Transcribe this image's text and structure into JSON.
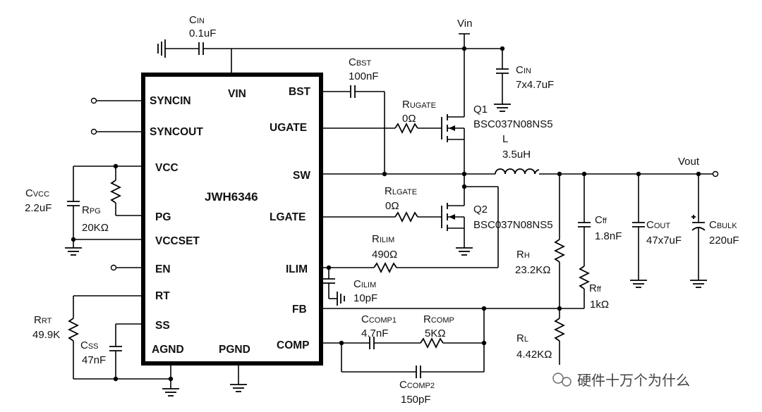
{
  "chip": {
    "name": "JWH6346",
    "pins_left": [
      "SYNCIN",
      "SYNCOUT",
      "VCC",
      "PG",
      "VCCSET",
      "EN",
      "RT",
      "SS",
      "AGND"
    ],
    "pins_right": [
      "BST",
      "UGATE",
      "SW",
      "LGATE",
      "ILIM",
      "FB",
      "COMP"
    ],
    "pins_top": [
      "VIN"
    ],
    "pins_bottom": [
      "PGND"
    ]
  },
  "nets": {
    "vin": "Vin",
    "vout": "Vout"
  },
  "components": {
    "cin_small": {
      "main": "C",
      "sub": "IN",
      "value": "0.1uF"
    },
    "cin_bulk": {
      "main": "C",
      "sub": "IN",
      "value": "7x4.7uF"
    },
    "cbst": {
      "main": "C",
      "sub": "BST",
      "value": "100nF"
    },
    "rugate": {
      "main": "R",
      "sub": "UGATE",
      "value": "0Ω"
    },
    "q1": {
      "name": "Q1",
      "part": "BSC037N08NS5"
    },
    "inductor": {
      "name": "L",
      "value": "3.5uH"
    },
    "rlgate": {
      "main": "R",
      "sub": "LGATE",
      "value": "0Ω"
    },
    "q2": {
      "name": "Q2",
      "part": "BSC037N08NS5"
    },
    "rilim": {
      "main": "R",
      "sub": "ILIM",
      "value": "490Ω"
    },
    "cilim": {
      "main": "C",
      "sub": "ILIM",
      "value": "10pF"
    },
    "cvcc": {
      "main": "C",
      "sub": "VCC",
      "value": "2.2uF"
    },
    "rpg": {
      "main": "R",
      "sub": "PG",
      "value": "20KΩ"
    },
    "rrt": {
      "main": "R",
      "sub": "RT",
      "value": "49.9K"
    },
    "css": {
      "main": "C",
      "sub": "SS",
      "value": "47nF"
    },
    "ccomp1": {
      "main": "C",
      "sub": "COMP1",
      "value": "4.7nF"
    },
    "rcomp": {
      "main": "R",
      "sub": "COMP",
      "value": "5KΩ"
    },
    "ccomp2": {
      "main": "C",
      "sub": "COMP2",
      "value": "150pF"
    },
    "rh": {
      "main": "R",
      "sub": "H",
      "value": "23.2KΩ"
    },
    "cff": {
      "main": "C",
      "sub": "ff",
      "value": "1.8nF"
    },
    "rff": {
      "main": "R",
      "sub": "ff",
      "value": "1kΩ"
    },
    "rl": {
      "main": "R",
      "sub": "L",
      "value": "4.42KΩ"
    },
    "cout": {
      "main": "C",
      "sub": "OUT",
      "value": "47x7uF"
    },
    "cbulk": {
      "main": "C",
      "sub": "BULK",
      "value": "220uF"
    }
  },
  "watermark": "硬件十万个为什么"
}
